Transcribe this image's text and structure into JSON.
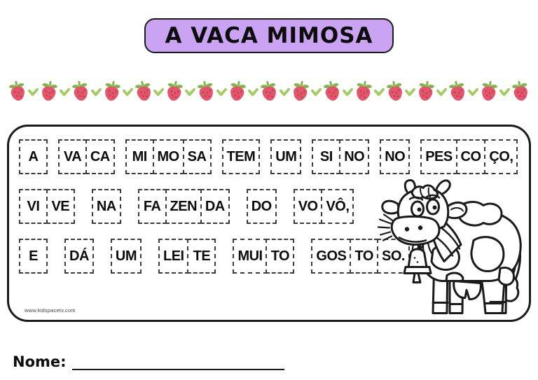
{
  "title": {
    "text": "A VACA MIMOSA"
  },
  "decor": {
    "strawberry_icon": "strawberry-icon",
    "check_icon": "leaf-check-icon",
    "strawberry_count": 17
  },
  "board": {
    "rows": [
      [
        [
          "A"
        ],
        [
          "VA",
          "CA"
        ],
        [
          "MI",
          "MO",
          "SA"
        ],
        [
          "TEM"
        ],
        [
          "UM"
        ],
        [
          "SI",
          "NO"
        ],
        [
          "NO"
        ],
        [
          "PES",
          "CO",
          "ÇO,"
        ]
      ],
      [
        [
          "VI",
          "VE"
        ],
        [
          "NA"
        ],
        [
          "FA",
          "ZEN",
          "DA"
        ],
        [
          "DO"
        ],
        [
          "VO",
          "VÔ,"
        ]
      ],
      [
        [
          "E"
        ],
        [
          "DÁ"
        ],
        [
          "UM"
        ],
        [
          "LEI",
          "TE"
        ],
        [
          "MUI",
          "TO"
        ],
        [
          "GOS",
          "TO",
          "SO."
        ]
      ]
    ],
    "credit": "www.kidspacetv.com",
    "illustration": "cow-line-art"
  },
  "footer": {
    "name_label": "Nome:"
  },
  "colors": {
    "banner_fill": "#cba3f3",
    "outline": "#1a1a1a",
    "strawberry_red": "#e2556a",
    "strawberry_dark": "#b93a50",
    "leaf_green": "#7fb84a",
    "check_green": "#a2cc5d"
  }
}
